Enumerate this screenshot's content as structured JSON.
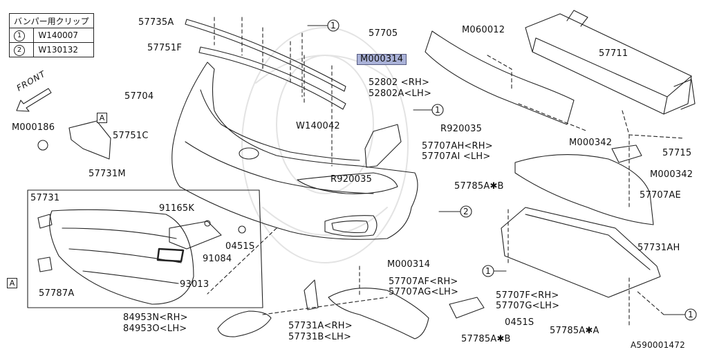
{
  "clip_table": {
    "title": "バンパー用クリップ",
    "rows": [
      {
        "mark": "1",
        "part": "W140007"
      },
      {
        "mark": "2",
        "part": "W130132"
      }
    ]
  },
  "front_label": "FRONT",
  "box_marker": "A",
  "callout_marks": [
    "1",
    "2"
  ],
  "labels": {
    "p57735A": "57735A",
    "p57751F": "57751F",
    "p57704": "57704",
    "pM000314_top": "M000314",
    "p57705": "57705",
    "pM060012": "M060012",
    "p57711": "57711",
    "p52802": "52802 <RH>",
    "p52802A": "52802A<LH>",
    "pW140042": "W140042",
    "pR920035_a": "R920035",
    "pR920035_b": "R920035",
    "p57707AH": "57707AH<RH>",
    "p57707AI": "57707AI <LH>",
    "pM000186": "M000186",
    "p57751C": "57751C",
    "p57731M": "57731M",
    "p57731": "57731",
    "p91165K": "91165K",
    "p0451S_a": "0451S",
    "p91084": "91084",
    "p93013": "93013",
    "p57787A": "57787A",
    "pM000342_a": "M000342",
    "p57715": "57715",
    "pM000342_b": "M000342",
    "p57785AB_a": "57785A✱B",
    "p57707AE": "57707AE",
    "p57731AH": "57731AH",
    "pM000314_bot": "M000314",
    "p57707AF": "57707AF<RH>",
    "p57707AG": "57707AG<LH>",
    "p57707F": "57707F<RH>",
    "p57707G": "57707G<LH>",
    "p0451S_b": "0451S",
    "p84953N": "84953N<RH>",
    "p84953O": "84953O<LH>",
    "p57731A": "57731A<RH>",
    "p57731B": "57731B<LH>",
    "p57785AB_b": "57785A✱B",
    "p57785AA": "57785A✱A",
    "diagram_id": "A590001472"
  },
  "highlight_color": "#aab2d8"
}
